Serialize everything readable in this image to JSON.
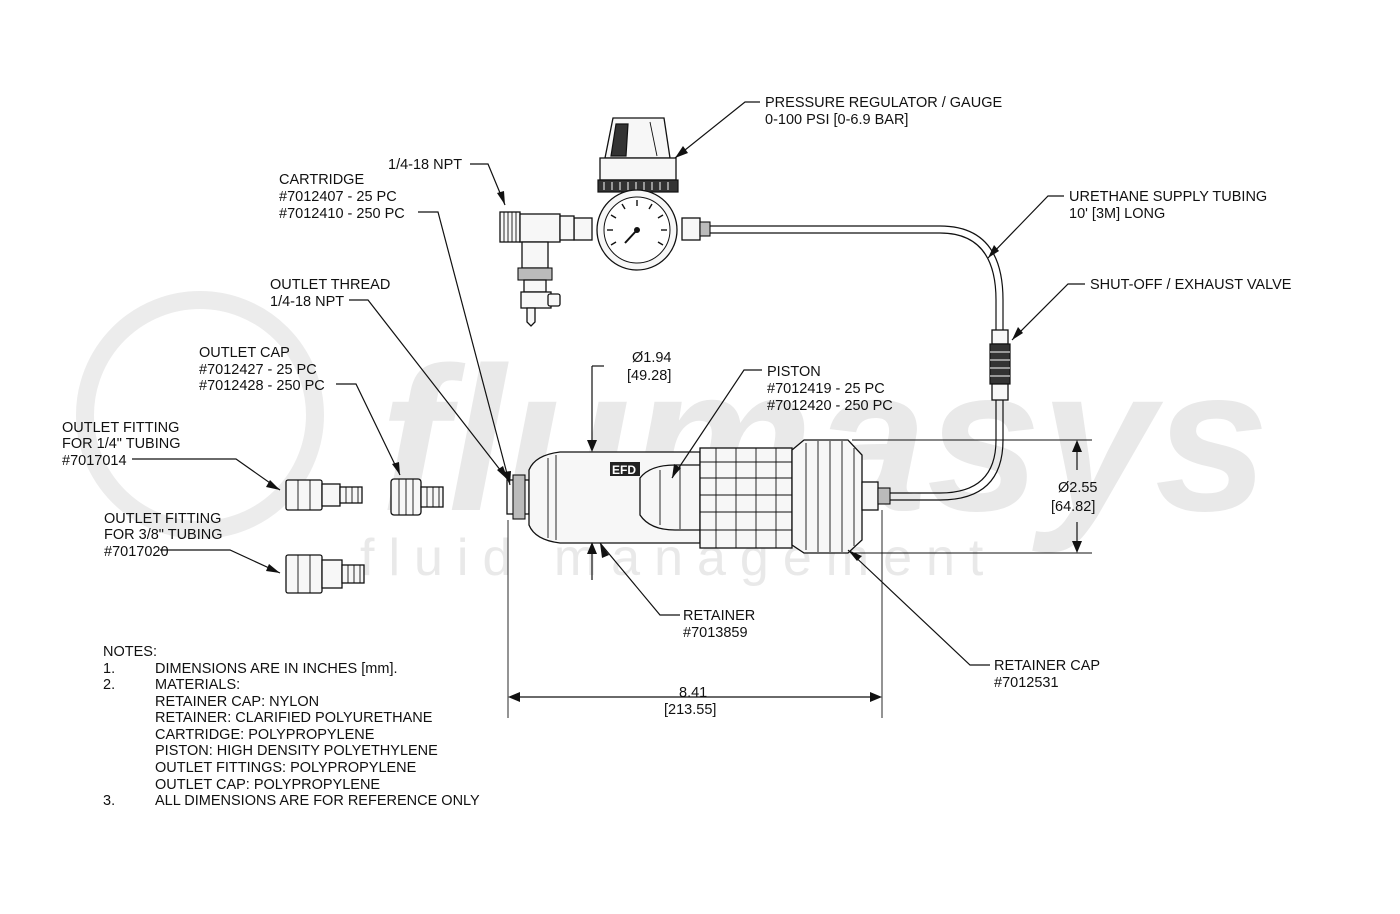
{
  "watermark": {
    "brand": "flumasys",
    "tagline": "fluid management"
  },
  "callouts": {
    "regulator": {
      "line1": "PRESSURE REGULATOR / GAUGE",
      "line2": "0-100 PSI [0-6.9 BAR]"
    },
    "npt_inlet": {
      "line1": "1/4-18 NPT"
    },
    "cartridge": {
      "line1": "CARTRIDGE",
      "line2": "#7012407 - 25 PC",
      "line3": "#7012410 - 250 PC"
    },
    "tubing": {
      "line1": "URETHANE SUPPLY TUBING",
      "line2": "10' [3M] LONG"
    },
    "valve": {
      "line1": "SHUT-OFF / EXHAUST VALVE"
    },
    "outlet_thread": {
      "line1": "OUTLET THREAD",
      "line2": "1/4-18 NPT"
    },
    "outlet_cap": {
      "line1": "OUTLET CAP",
      "line2": "#7012427 - 25 PC",
      "line3": "#7012428 - 250 PC"
    },
    "piston": {
      "line1": "PISTON",
      "line2": "#7012419 - 25 PC",
      "line3": "#7012420 - 250 PC"
    },
    "fitting_quarter": {
      "line1": "OUTLET FITTING",
      "line2": "FOR 1/4\" TUBING",
      "line3": "#7017014"
    },
    "fitting_three_eighths": {
      "line1": "OUTLET FITTING",
      "line2": "FOR 3/8\" TUBING",
      "line3": "#7017020"
    },
    "retainer": {
      "line1": "RETAINER",
      "line2": "#7013859"
    },
    "retainer_cap": {
      "line1": "RETAINER CAP",
      "line2": "#7012531"
    }
  },
  "dimensions": {
    "diameter_small": {
      "inch": "Ø1.94",
      "mm": "[49.28]"
    },
    "diameter_large": {
      "inch": "Ø2.55",
      "mm": "[64.82]"
    },
    "length": {
      "inch": "8.41",
      "mm": "[213.55]"
    }
  },
  "body_logo": "EFD",
  "notes": {
    "title": "NOTES:",
    "items": [
      {
        "num": "1.",
        "text": "DIMENSIONS ARE IN INCHES [mm]."
      },
      {
        "num": "2.",
        "text": "MATERIALS:"
      },
      {
        "num": "",
        "text": "RETAINER CAP: NYLON"
      },
      {
        "num": "",
        "text": "RETAINER: CLARIFIED POLYURETHANE"
      },
      {
        "num": "",
        "text": "CARTRIDGE: POLYPROPYLENE"
      },
      {
        "num": "",
        "text": "PISTON: HIGH DENSITY POLYETHYLENE"
      },
      {
        "num": "",
        "text": "OUTLET FITTINGS: POLYPROPYLENE"
      },
      {
        "num": "",
        "text": "OUTLET CAP: POLYPROPYLENE"
      },
      {
        "num": "3.",
        "text": "ALL DIMENSIONS ARE FOR REFERENCE ONLY"
      }
    ]
  }
}
